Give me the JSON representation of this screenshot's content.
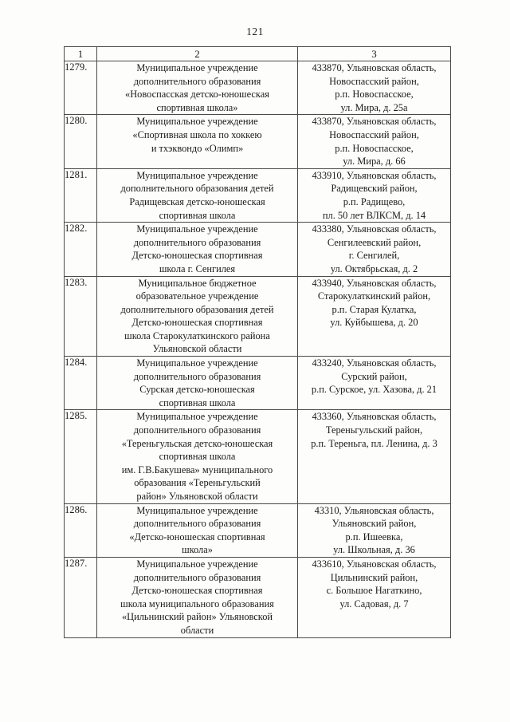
{
  "page": {
    "number": "121"
  },
  "table": {
    "headers": [
      "1",
      "2",
      "3"
    ],
    "rows": [
      {
        "num": "1279.",
        "name_lines": [
          "Муниципальное учреждение",
          "дополнительного образования",
          "«Новоспасская детско-юношеская",
          "спортивная школа»"
        ],
        "addr_lines": [
          "433870, Ульяновская область,",
          "Новоспасский район,",
          "р.п. Новоспасское,",
          "ул. Мира, д. 25а"
        ]
      },
      {
        "num": "1280.",
        "name_lines": [
          "Муниципальное учреждение",
          "«Спортивная школа по хоккею",
          "и тхэквондо «Олимп»"
        ],
        "addr_lines": [
          "433870, Ульяновская область,",
          "Новоспасский район,",
          "р.п. Новоспасское,",
          "ул. Мира, д. 66"
        ]
      },
      {
        "num": "1281.",
        "name_lines": [
          "Муниципальное учреждение",
          "дополнительного образования детей",
          "Радищевская детско-юношеская",
          "спортивная школа"
        ],
        "addr_lines": [
          "433910, Ульяновская область,",
          "Радищевский район,",
          "р.п. Радищево,",
          "пл. 50 лет ВЛКСМ, д. 14"
        ]
      },
      {
        "num": "1282.",
        "name_lines": [
          "Муниципальное учреждение",
          "дополнительного образования",
          "Детско-юношеская спортивная",
          "школа г. Сенгилея"
        ],
        "addr_lines": [
          "433380, Ульяновская область,",
          "Сенгилеевский район,",
          "г. Сенгилей,",
          "ул. Октябрьская, д. 2"
        ]
      },
      {
        "num": "1283.",
        "name_lines": [
          "Муниципальное бюджетное",
          "образовательное учреждение",
          "дополнительного образования детей",
          "Детско-юношеская спортивная",
          "школа Старокулаткинского района",
          "Ульяновской области"
        ],
        "addr_lines": [
          "433940, Ульяновская область,",
          "Старокулаткинский район,",
          "р.п. Старая Кулатка,",
          "ул. Куйбышева, д. 20"
        ]
      },
      {
        "num": "1284.",
        "name_lines": [
          "Муниципальное учреждение",
          "дополнительного образования",
          "Сурская детско-юношеская",
          "спортивная школа"
        ],
        "addr_lines": [
          "433240, Ульяновская область,",
          "Сурский район,",
          "р.п. Сурское, ул. Хазова, д. 21"
        ]
      },
      {
        "num": "1285.",
        "name_lines": [
          "Муниципальное учреждение",
          "дополнительного образования",
          "«Тереньгульская детско-юношеская",
          "спортивная школа",
          "им. Г.В.Бакушева» муниципального",
          "образования «Тереньгульский",
          "район» Ульяновской области"
        ],
        "addr_lines": [
          "433360, Ульяновская область,",
          "Тереньгульский район,",
          "р.п. Тереньга, пл. Ленина, д. 3"
        ]
      },
      {
        "num": "1286.",
        "name_lines": [
          "Муниципальное учреждение",
          "дополнительного образования",
          "«Детско-юношеская спортивная",
          "школа»"
        ],
        "addr_lines": [
          "43310, Ульяновская область,",
          "Ульяновский район,",
          "р.п. Ишеевка,",
          "ул. Школьная, д. 36"
        ]
      },
      {
        "num": "1287.",
        "name_lines": [
          "Муниципальное учреждение",
          "дополнительного образования",
          "Детско-юношеская спортивная",
          "школа муниципального образования",
          "«Цильнинский район» Ульяновской",
          "области"
        ],
        "addr_lines": [
          "433610, Ульяновская область,",
          "Цильнинский район,",
          "с. Большое Нагаткино,",
          "ул. Садовая, д. 7"
        ]
      }
    ]
  }
}
